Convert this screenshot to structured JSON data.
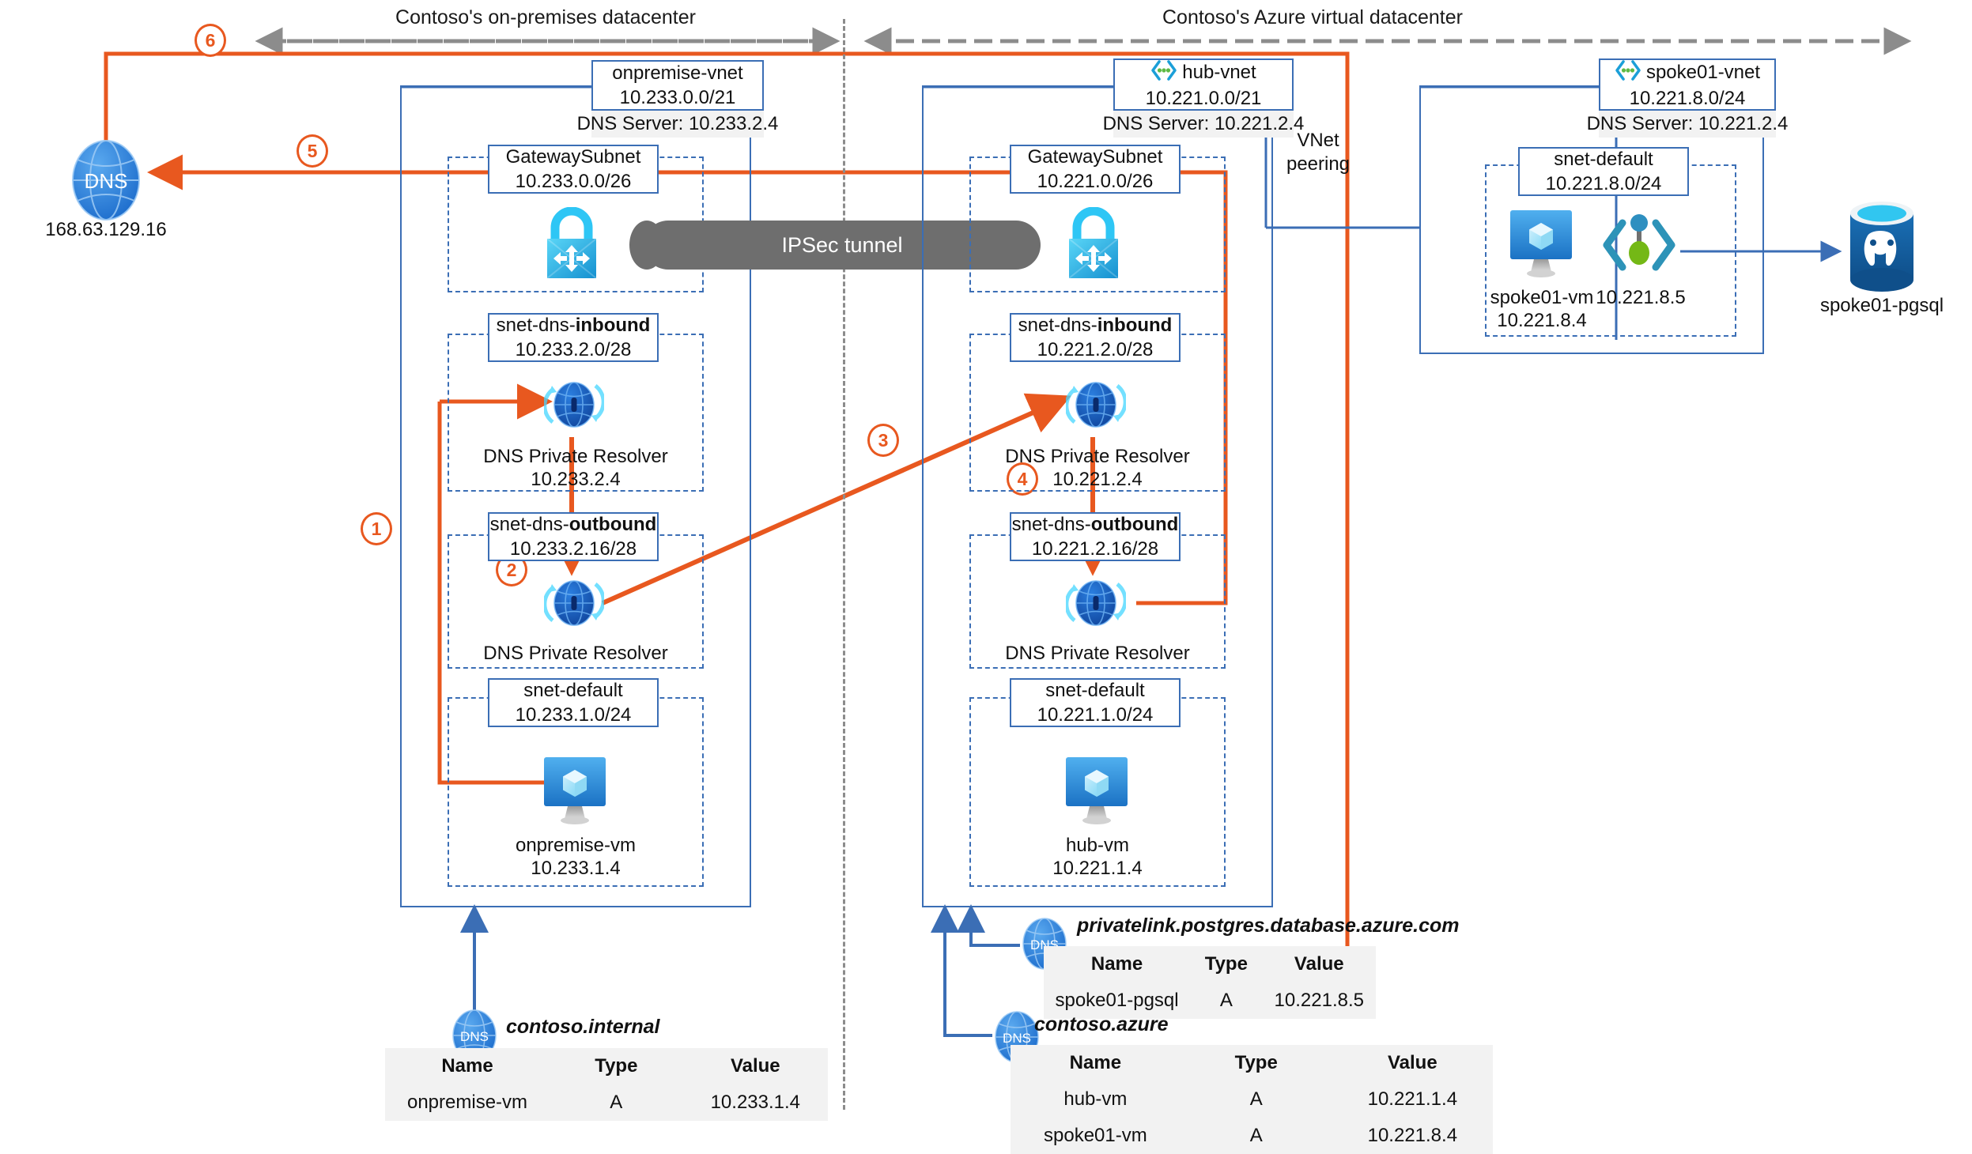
{
  "headers": {
    "left_zone": "Contoso's on-premises datacenter",
    "right_zone": "Contoso's Azure virtual datacenter"
  },
  "steps": {
    "s1": "1",
    "s2": "2",
    "s3": "3",
    "s4": "4",
    "s5": "5",
    "s6": "6"
  },
  "external_dns": {
    "icon": "dns-globe-icon",
    "label": "DNS",
    "ip": "168.63.129.16"
  },
  "tunnel": {
    "label": "IPSec tunnel"
  },
  "peering": {
    "line1": "VNet",
    "line2": "peering"
  },
  "onpremise_vnet": {
    "name": "onpremise-vnet",
    "cidr": "10.233.0.0/21",
    "dns_server": "DNS Server: 10.233.2.4",
    "subnets": {
      "gateway": {
        "name": "GatewaySubnet",
        "cidr": "10.233.0.0/26",
        "icon": "vpn-gateway-icon"
      },
      "dns_inbound": {
        "name_prefix": "snet-dns-",
        "name_bold": "inbound",
        "cidr": "10.233.2.0/28",
        "resource": "DNS Private Resolver",
        "ip": "10.233.2.4",
        "icon": "dns-private-resolver-icon"
      },
      "dns_outbound": {
        "name_prefix": "snet-dns-",
        "name_bold": "outbound",
        "cidr": "10.233.2.16/28",
        "resource": "DNS Private Resolver",
        "icon": "dns-private-resolver-icon"
      },
      "default": {
        "name": "snet-default",
        "cidr": "10.233.1.0/24",
        "vm_name": "onpremise-vm",
        "vm_ip": "10.233.1.4",
        "icon": "virtual-machine-icon"
      }
    }
  },
  "hub_vnet": {
    "name": "hub-vnet",
    "cidr": "10.221.0.0/21",
    "dns_server": "DNS Server: 10.221.2.4",
    "icon": "vnet-icon",
    "subnets": {
      "gateway": {
        "name": "GatewaySubnet",
        "cidr": "10.221.0.0/26",
        "icon": "vpn-gateway-icon"
      },
      "dns_inbound": {
        "name_prefix": "snet-dns-",
        "name_bold": "inbound",
        "cidr": "10.221.2.0/28",
        "resource": "DNS Private Resolver",
        "ip": "10.221.2.4",
        "icon": "dns-private-resolver-icon"
      },
      "dns_outbound": {
        "name_prefix": "snet-dns-",
        "name_bold": "outbound",
        "cidr": "10.221.2.16/28",
        "resource": "DNS Private Resolver",
        "icon": "dns-private-resolver-icon"
      },
      "default": {
        "name": "snet-default",
        "cidr": "10.221.1.0/24",
        "vm_name": "hub-vm",
        "vm_ip": "10.221.1.4",
        "icon": "virtual-machine-icon"
      }
    }
  },
  "spoke_vnet": {
    "name": "spoke01-vnet",
    "cidr": "10.221.8.0/24",
    "dns_server": "DNS Server: 10.221.2.4",
    "icon": "vnet-icon",
    "subnets": {
      "default": {
        "name": "snet-default",
        "cidr": "10.221.8.0/24",
        "vm_name": "spoke01-vm",
        "vm_ip": "10.221.8.4",
        "vm_icon": "virtual-machine-icon",
        "private_endpoint_ip": "10.221.8.5",
        "private_endpoint_icon": "private-endpoint-icon"
      }
    },
    "database": {
      "name": "spoke01-pgsql",
      "icon": "postgresql-icon"
    }
  },
  "dns_zones": [
    {
      "id": "contoso-internal",
      "icon": "dns-zone-icon",
      "icon_label": "DNS",
      "zone": "contoso.internal",
      "columns": [
        "Name",
        "Type",
        "Value"
      ],
      "rows": [
        [
          "onpremise-vm",
          "A",
          "10.233.1.4"
        ]
      ]
    },
    {
      "id": "privatelink-postgres",
      "icon": "dns-zone-icon",
      "icon_label": "DNS",
      "zone": "privatelink.postgres.database.azure.com",
      "columns": [
        "Name",
        "Type",
        "Value"
      ],
      "rows": [
        [
          "spoke01-pgsql",
          "A",
          "10.221.8.5"
        ]
      ]
    },
    {
      "id": "contoso-azure",
      "icon": "dns-zone-icon",
      "icon_label": "DNS",
      "zone": "contoso.azure",
      "columns": [
        "Name",
        "Type",
        "Value"
      ],
      "rows": [
        [
          "hub-vm",
          "A",
          "10.221.1.4"
        ],
        [
          "spoke01-vm",
          "A",
          "10.221.8.4"
        ]
      ]
    }
  ],
  "colors": {
    "accent_orange": "#e8581f",
    "azure_blue": "#3b6eb5",
    "divider_gray": "#8c8c8c",
    "tunnel_gray": "#6e6e6e",
    "strip_gray": "#f2f2f2"
  }
}
